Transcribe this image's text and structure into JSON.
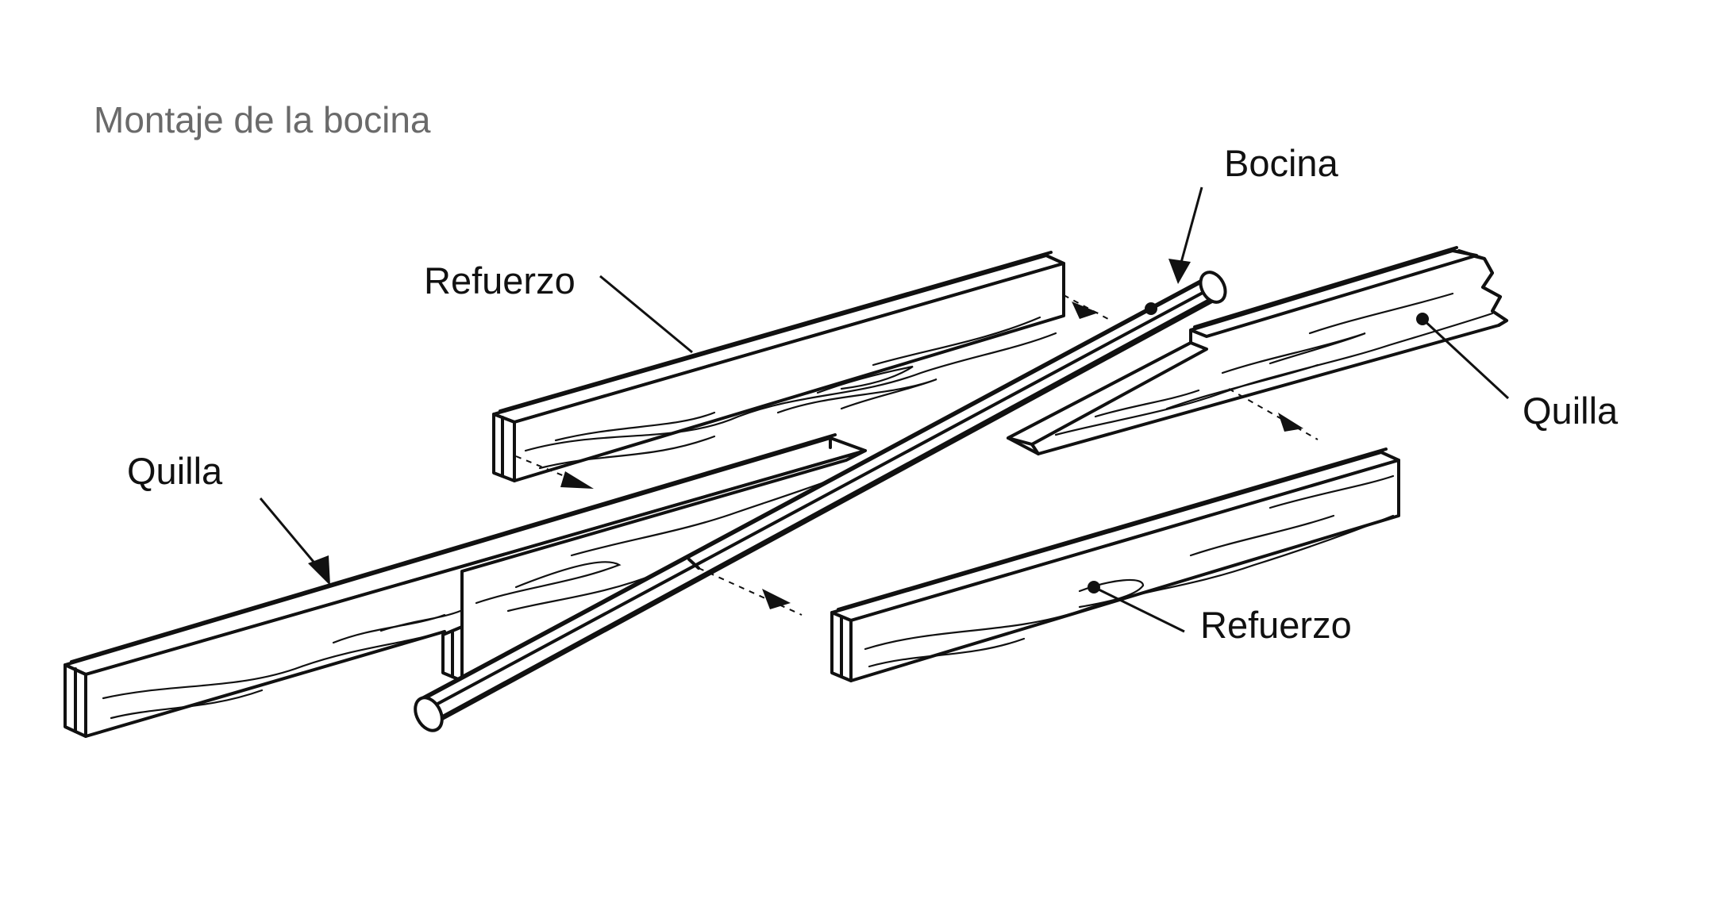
{
  "title": "Montaje de la bocina",
  "labels": {
    "bocina": "Bocina",
    "refuerzo_top": "Refuerzo",
    "quilla_left": "Quilla",
    "quilla_right": "Quilla",
    "refuerzo_bottom": "Refuerzo"
  }
}
